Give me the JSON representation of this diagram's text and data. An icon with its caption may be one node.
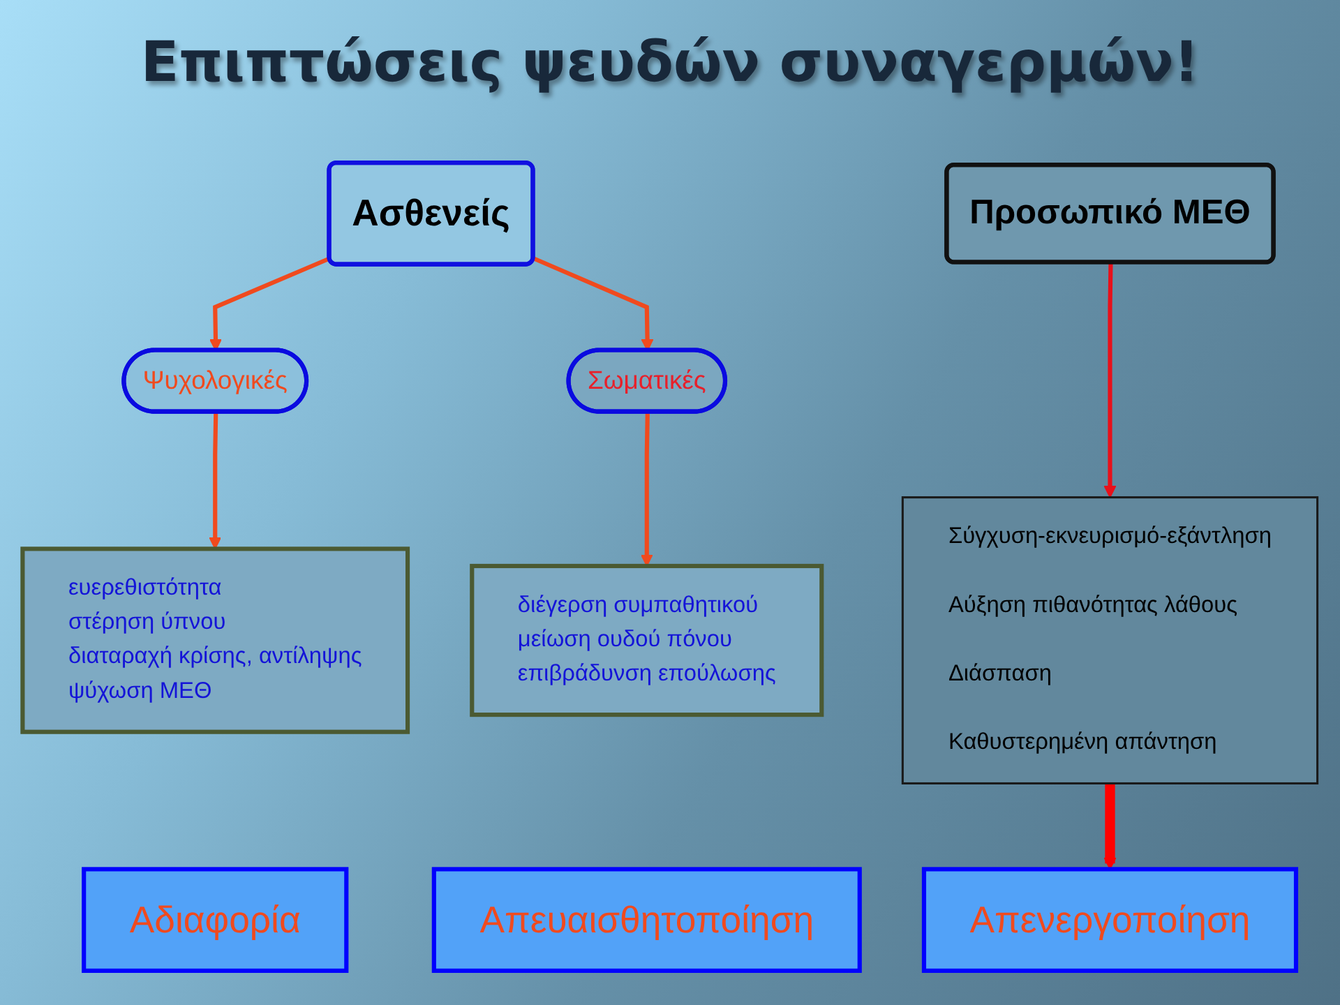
{
  "diagram": {
    "title": "Επιπτώσεις ψευδών συναγερμών!",
    "nodes": [
      {
        "text": [
          "Ασθενείς"
        ]
      },
      {
        "text": [
          "Προσωπικό ΜΕΘ"
        ]
      },
      {
        "text": [
          "Ψυχολογικές"
        ]
      },
      {
        "text": [
          "Σωματικές"
        ]
      },
      {
        "text": [
          "ευερεθιστότητα",
          "στέρηση ύπνου",
          "διαταραχή κρίσης, αντίληψης",
          "ψύχωση ΜΕΘ"
        ]
      },
      {
        "text": [
          "διέγερση συμπαθητικού",
          "μείωση ουδού πόνου",
          "επιβράδυνση επούλωσης"
        ]
      },
      {
        "text": [
          "Σύγχυση-εκνευρισμό-εξάντληση",
          "Αύξηση πιθανότητας λάθους",
          "Διάσπαση",
          "Καθυστερημένη απάντηση"
        ]
      },
      {
        "text": [
          "Αδιαφορία"
        ]
      },
      {
        "text": [
          "Απευαισθητοποίηση"
        ]
      },
      {
        "text": [
          "Απενεργοποίηση"
        ]
      }
    ],
    "edges": [
      {
        "from": 0,
        "to": 2,
        "arrow": "to"
      },
      {
        "from": 0,
        "to": 3,
        "arrow": "to"
      },
      {
        "from": 2,
        "to": 4,
        "arrow": "to"
      },
      {
        "from": 3,
        "to": 5,
        "arrow": "to"
      },
      {
        "from": 1,
        "to": 6,
        "arrow": "to",
        "color": "#e8101a"
      },
      {
        "from": 6,
        "to": 9,
        "arrow": "to",
        "style": "thick",
        "color": "#ff0000"
      }
    ]
  }
}
